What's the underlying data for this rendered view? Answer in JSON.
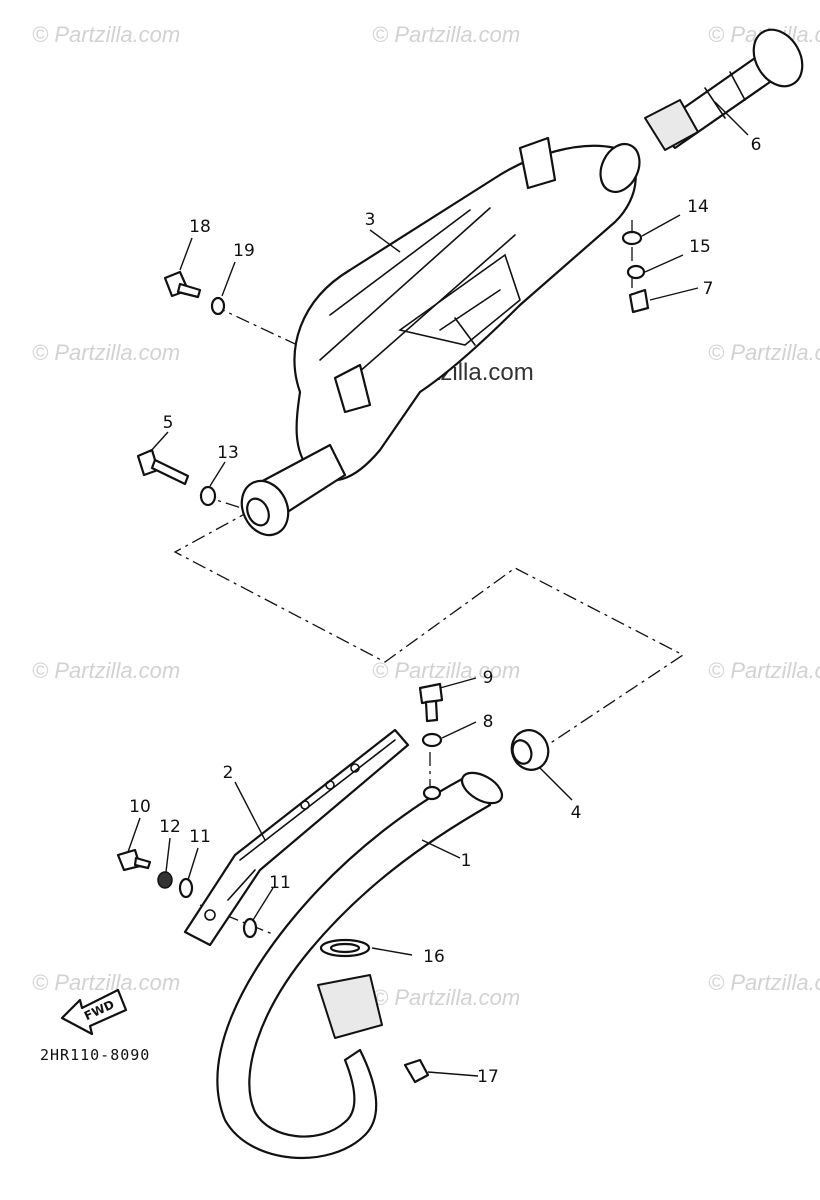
{
  "watermarks": {
    "text": "© Partzilla.com",
    "center_text": "© Partzilla.com"
  },
  "callouts": {
    "p1": "1",
    "p2": "2",
    "p3": "3",
    "p4": "4",
    "p5": "5",
    "p6": "6",
    "p7": "7",
    "p8": "8",
    "p9": "9",
    "p10": "10",
    "p11a": "11",
    "p11b": "11",
    "p12": "12",
    "p13": "13",
    "p14": "14",
    "p15": "15",
    "p16": "16",
    "p17": "17",
    "p18": "18",
    "p19": "19"
  },
  "fwd_label": "FWD",
  "diagram_code": "2HR110-8090"
}
